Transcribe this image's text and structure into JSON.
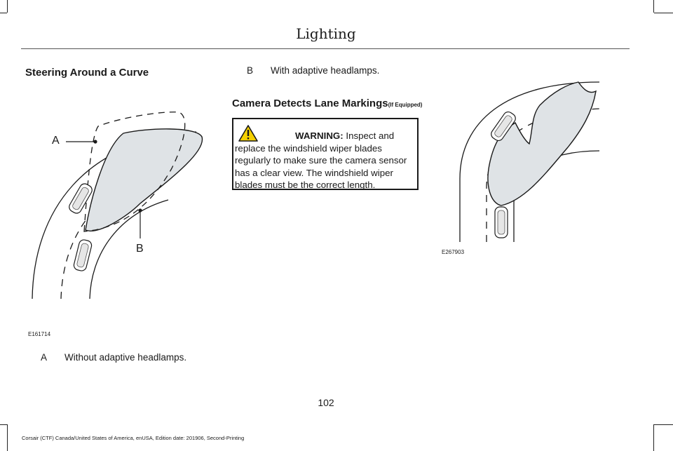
{
  "header": {
    "title": "Lighting"
  },
  "section": {
    "title": "Steering Around a Curve"
  },
  "figure1": {
    "label_a": "A",
    "label_b": "B",
    "id": "E161714"
  },
  "callouts": {
    "a": {
      "key": "A",
      "text": "Without adaptive headlamps."
    },
    "b": {
      "key": "B",
      "text": "With adaptive headlamps."
    }
  },
  "subsection": {
    "title": "Camera Detects Lane Markings",
    "suffix": "(If Equipped)"
  },
  "warning": {
    "lead": "WARNING:",
    "first_line_rest": "Inspect and replace the",
    "body": "windshield wiper blades regularly to make sure the camera sensor has a clear view. The windshield wiper blades must be the correct length.",
    "icon": "warning-triangle-icon",
    "icon_color": "#f5d000"
  },
  "figure2": {
    "id": "E267903"
  },
  "page": {
    "number": "102"
  },
  "footer": {
    "text": "Corsair (CTF) Canada/United States of America, enUSA, Edition date: 201906, Second-Printing"
  },
  "colors": {
    "beam_fill": "#dfe3e6",
    "ink": "#1a1a1a"
  }
}
